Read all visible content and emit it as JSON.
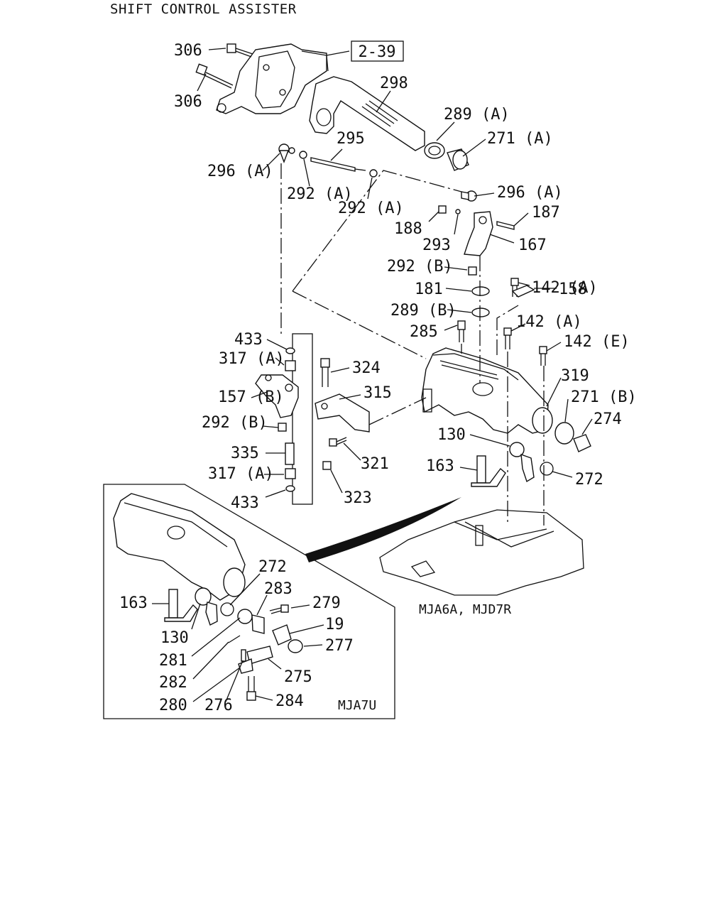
{
  "title": "SHIFT CONTROL ASSISTER",
  "ref_box": "2-39",
  "captions": {
    "main": "MJA6A, MJD7R",
    "inset": "MJA7U"
  },
  "callouts": [
    "306",
    "306",
    "298",
    "289 (A)",
    "271 (A)",
    "295",
    "296 (A)",
    "292 (A)",
    "292 (A)",
    "296 (A)",
    "187",
    "188",
    "293",
    "167",
    "292 (B)",
    "142 (A)",
    "181",
    "158",
    "289 (B)",
    "142 (A)",
    "285",
    "142 (E)",
    "433",
    "317 (A)",
    "324",
    "319",
    "315",
    "157 (B)",
    "271 (B)",
    "274",
    "292 (B)",
    "130",
    "335",
    "321",
    "163",
    "317 (A)",
    "272",
    "323",
    "433",
    "272",
    "283",
    "163",
    "279",
    "19",
    "130",
    "277",
    "281",
    "275",
    "282",
    "284",
    "280",
    "276"
  ]
}
